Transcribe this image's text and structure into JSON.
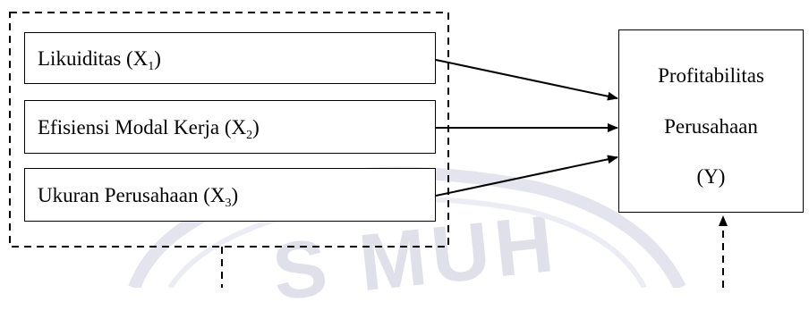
{
  "independent_variables": [
    {
      "name": "Likuiditas (X",
      "sub": "1",
      "close": ")"
    },
    {
      "name": "Efisiensi Modal Kerja (X",
      "sub": "2",
      "close": ")"
    },
    {
      "name": "Ukuran Perusahaan (X",
      "sub": "3",
      "close": ")"
    }
  ],
  "dependent_variable": {
    "line1": "Profitabilitas",
    "line2": "Perusahaan",
    "line3": "(Y)"
  },
  "watermark": {
    "text": "S MUH"
  }
}
